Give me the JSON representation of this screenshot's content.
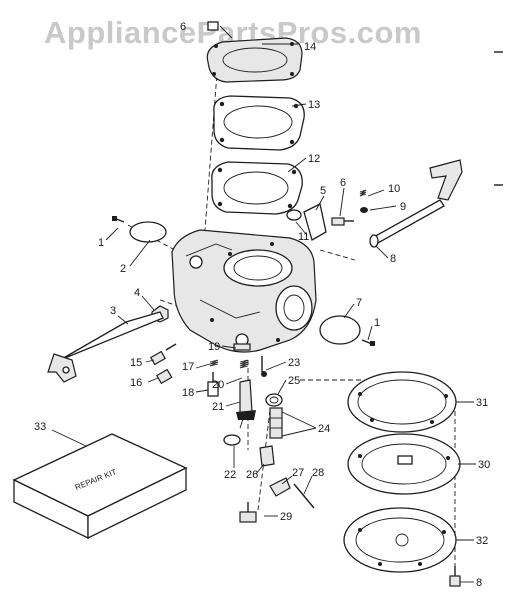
{
  "watermark": "AppliancePartsPros.com",
  "repair_kit_text": "REPAIR KIT",
  "callouts": {
    "c1a": "1",
    "c1b": "1",
    "c2": "2",
    "c3": "3",
    "c4": "4",
    "c5": "5",
    "c6a": "6",
    "c6b": "6",
    "c7": "7",
    "c8a": "8",
    "c8b": "8",
    "c9": "9",
    "c10": "10",
    "c11": "11",
    "c12": "12",
    "c13": "13",
    "c14": "14",
    "c15": "15",
    "c16": "16",
    "c17": "17",
    "c18": "18",
    "c19": "19",
    "c20": "20",
    "c21": "21",
    "c22": "22",
    "c23": "23",
    "c24": "24",
    "c25": "25",
    "c26": "26",
    "c27": "27",
    "c28": "28",
    "c29": "29",
    "c30": "30",
    "c31": "31",
    "c32": "32",
    "c33": "33"
  }
}
